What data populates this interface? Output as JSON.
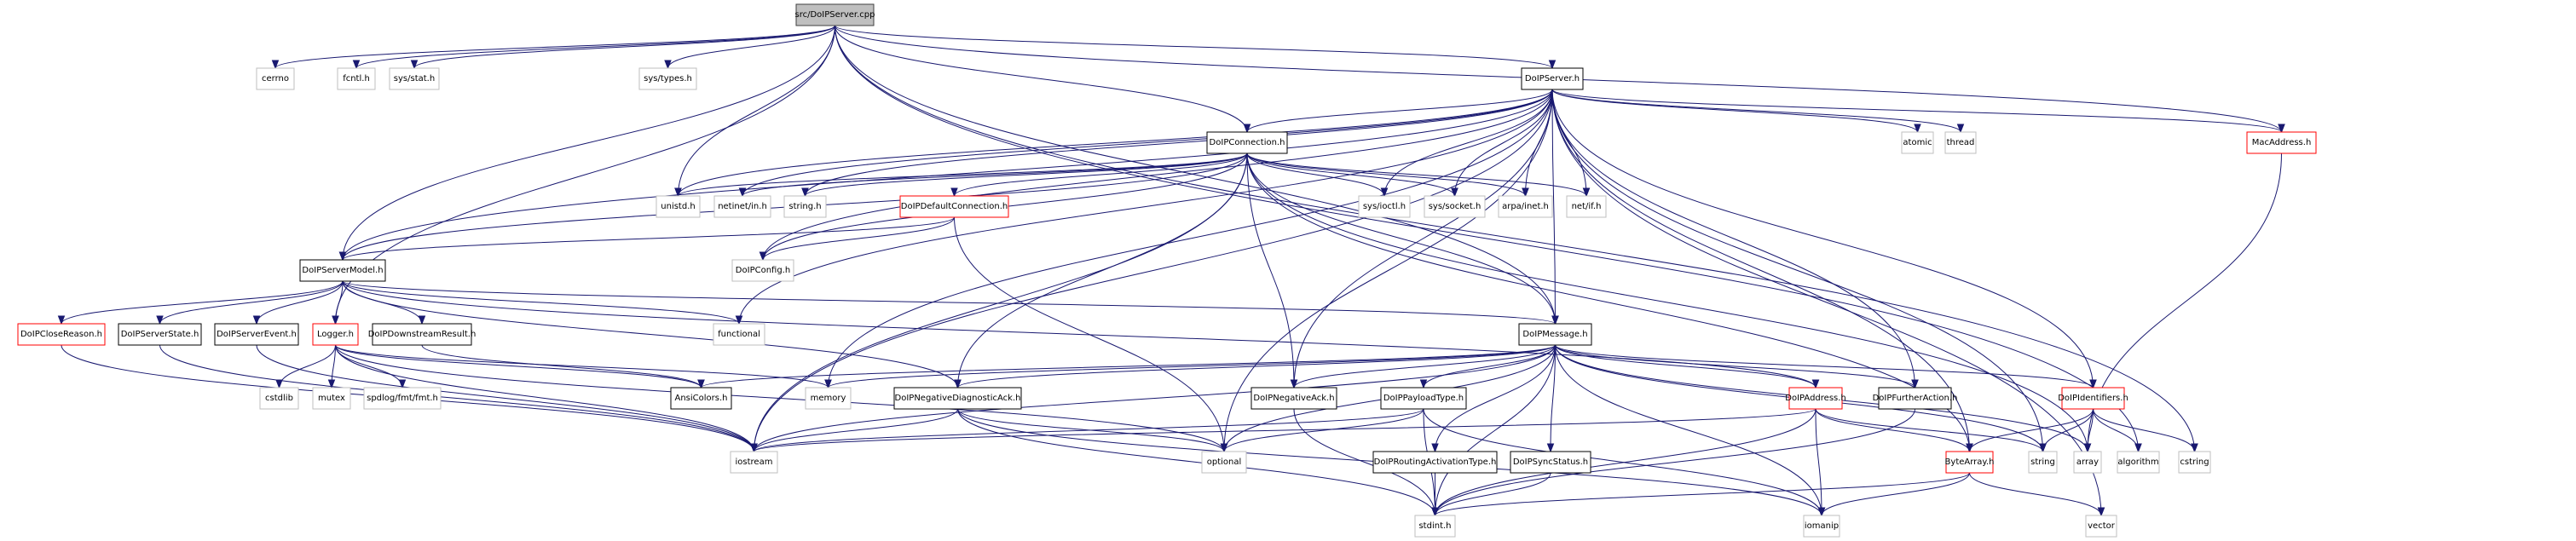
{
  "title": "Include dependency graph for src/DoIPServer.cpp",
  "colors": {
    "edge": "#191970",
    "root_fill": "#bfbfbf",
    "root_border": "#404040",
    "project_border": "#000000",
    "truncated_border": "#ff0000",
    "system_border": "#bfbfbf",
    "node_fill": "#ffffff"
  },
  "nodes": [
    {
      "id": "root",
      "label": "src/DoIPServer.cpp",
      "kind": "root"
    },
    {
      "id": "cerrno",
      "label": "cerrno",
      "kind": "system"
    },
    {
      "id": "fcntl",
      "label": "fcntl.h",
      "kind": "system"
    },
    {
      "id": "sysstat",
      "label": "sys/stat.h",
      "kind": "system"
    },
    {
      "id": "systypes",
      "label": "sys/types.h",
      "kind": "system"
    },
    {
      "id": "server_h",
      "label": "DoIPServer.h",
      "kind": "project"
    },
    {
      "id": "connection",
      "label": "DoIPConnection.h",
      "kind": "project"
    },
    {
      "id": "atomic",
      "label": "atomic",
      "kind": "system"
    },
    {
      "id": "thread",
      "label": "thread",
      "kind": "system"
    },
    {
      "id": "macaddr",
      "label": "MacAddress.h",
      "kind": "truncated"
    },
    {
      "id": "unistd",
      "label": "unistd.h",
      "kind": "system"
    },
    {
      "id": "netinet",
      "label": "netinet/in.h",
      "kind": "system"
    },
    {
      "id": "stringh",
      "label": "string.h",
      "kind": "system"
    },
    {
      "id": "defconn",
      "label": "DoIPDefaultConnection.h",
      "kind": "truncated"
    },
    {
      "id": "ioctl",
      "label": "sys/ioctl.h",
      "kind": "system"
    },
    {
      "id": "socket",
      "label": "sys/socket.h",
      "kind": "system"
    },
    {
      "id": "arpainet",
      "label": "arpa/inet.h",
      "kind": "system"
    },
    {
      "id": "netif",
      "label": "net/if.h",
      "kind": "system"
    },
    {
      "id": "servermodel",
      "label": "DoIPServerModel.h",
      "kind": "project"
    },
    {
      "id": "config",
      "label": "DoIPConfig.h",
      "kind": "system"
    },
    {
      "id": "closereason",
      "label": "DoIPCloseReason.h",
      "kind": "truncated"
    },
    {
      "id": "serverstate",
      "label": "DoIPServerState.h",
      "kind": "project"
    },
    {
      "id": "serverevent",
      "label": "DoIPServerEvent.h",
      "kind": "project"
    },
    {
      "id": "logger",
      "label": "Logger.h",
      "kind": "truncated"
    },
    {
      "id": "downstream",
      "label": "DoIPDownstreamResult.h",
      "kind": "project"
    },
    {
      "id": "functional",
      "label": "functional",
      "kind": "system"
    },
    {
      "id": "message",
      "label": "DoIPMessage.h",
      "kind": "project"
    },
    {
      "id": "cstdlib",
      "label": "cstdlib",
      "kind": "system"
    },
    {
      "id": "mutex",
      "label": "mutex",
      "kind": "system"
    },
    {
      "id": "spdlog",
      "label": "spdlog/fmt/fmt.h",
      "kind": "system"
    },
    {
      "id": "ansicolors",
      "label": "AnsiColors.h",
      "kind": "project"
    },
    {
      "id": "memory",
      "label": "memory",
      "kind": "system"
    },
    {
      "id": "negdiag",
      "label": "DoIPNegativeDiagnosticAck.h",
      "kind": "project"
    },
    {
      "id": "negack",
      "label": "DoIPNegativeAck.h",
      "kind": "project"
    },
    {
      "id": "payloadtype",
      "label": "DoIPPayloadType.h",
      "kind": "project"
    },
    {
      "id": "address",
      "label": "DoIPAddress.h",
      "kind": "truncated"
    },
    {
      "id": "furtheraction",
      "label": "DoIPFurtherAction.h",
      "kind": "project"
    },
    {
      "id": "identifiers",
      "label": "DoIPIdentifiers.h",
      "kind": "truncated"
    },
    {
      "id": "iostream",
      "label": "iostream",
      "kind": "system"
    },
    {
      "id": "optional",
      "label": "optional",
      "kind": "system"
    },
    {
      "id": "routingact",
      "label": "DoIPRoutingActivationType.h",
      "kind": "project"
    },
    {
      "id": "syncstatus",
      "label": "DoIPSyncStatus.h",
      "kind": "project"
    },
    {
      "id": "bytearray",
      "label": "ByteArray.h",
      "kind": "truncated"
    },
    {
      "id": "string",
      "label": "string",
      "kind": "system"
    },
    {
      "id": "array",
      "label": "array",
      "kind": "system"
    },
    {
      "id": "algorithm",
      "label": "algorithm",
      "kind": "system"
    },
    {
      "id": "cstring",
      "label": "cstring",
      "kind": "system"
    },
    {
      "id": "stdint",
      "label": "stdint.h",
      "kind": "system"
    },
    {
      "id": "iomanip",
      "label": "iomanip",
      "kind": "system"
    },
    {
      "id": "vector",
      "label": "vector",
      "kind": "system"
    }
  ],
  "edges": [
    [
      "root",
      "cerrno"
    ],
    [
      "root",
      "fcntl"
    ],
    [
      "root",
      "sysstat"
    ],
    [
      "root",
      "systypes"
    ],
    [
      "root",
      "unistd"
    ],
    [
      "root",
      "server_h"
    ],
    [
      "root",
      "connection"
    ],
    [
      "root",
      "servermodel"
    ],
    [
      "root",
      "logger"
    ],
    [
      "root",
      "macaddr"
    ],
    [
      "root",
      "message"
    ],
    [
      "root",
      "algorithm"
    ],
    [
      "root",
      "cstring"
    ],
    [
      "server_h",
      "connection"
    ],
    [
      "server_h",
      "servermodel"
    ],
    [
      "server_h",
      "atomic"
    ],
    [
      "server_h",
      "thread"
    ],
    [
      "server_h",
      "macaddr"
    ],
    [
      "server_h",
      "unistd"
    ],
    [
      "server_h",
      "netinet"
    ],
    [
      "server_h",
      "stringh"
    ],
    [
      "server_h",
      "ioctl"
    ],
    [
      "server_h",
      "socket"
    ],
    [
      "server_h",
      "arpainet"
    ],
    [
      "server_h",
      "netif"
    ],
    [
      "server_h",
      "config"
    ],
    [
      "server_h",
      "functional"
    ],
    [
      "server_h",
      "message"
    ],
    [
      "server_h",
      "iostream"
    ],
    [
      "server_h",
      "optional"
    ],
    [
      "server_h",
      "negack"
    ],
    [
      "server_h",
      "furtheraction"
    ],
    [
      "server_h",
      "identifiers"
    ],
    [
      "server_h",
      "bytearray"
    ],
    [
      "server_h",
      "string"
    ],
    [
      "server_h",
      "vector"
    ],
    [
      "server_h",
      "memory"
    ],
    [
      "connection",
      "unistd"
    ],
    [
      "connection",
      "netinet"
    ],
    [
      "connection",
      "stringh"
    ],
    [
      "connection",
      "defconn"
    ],
    [
      "connection",
      "ioctl"
    ],
    [
      "connection",
      "socket"
    ],
    [
      "connection",
      "arpainet"
    ],
    [
      "connection",
      "netif"
    ],
    [
      "connection",
      "servermodel"
    ],
    [
      "connection",
      "config"
    ],
    [
      "connection",
      "negdiag"
    ],
    [
      "connection",
      "negack"
    ],
    [
      "connection",
      "message"
    ],
    [
      "connection",
      "iostream"
    ],
    [
      "connection",
      "array"
    ],
    [
      "connection",
      "bytearray"
    ],
    [
      "defconn",
      "servermodel"
    ],
    [
      "defconn",
      "config"
    ],
    [
      "defconn",
      "optional"
    ],
    [
      "servermodel",
      "closereason"
    ],
    [
      "servermodel",
      "serverstate"
    ],
    [
      "servermodel",
      "serverevent"
    ],
    [
      "servermodel",
      "logger"
    ],
    [
      "servermodel",
      "downstream"
    ],
    [
      "servermodel",
      "functional"
    ],
    [
      "servermodel",
      "message"
    ],
    [
      "servermodel",
      "negdiag"
    ],
    [
      "servermodel",
      "address"
    ],
    [
      "logger",
      "cstdlib"
    ],
    [
      "logger",
      "mutex"
    ],
    [
      "logger",
      "spdlog"
    ],
    [
      "logger",
      "ansicolors"
    ],
    [
      "logger",
      "memory"
    ],
    [
      "logger",
      "iostream"
    ],
    [
      "logger",
      "optional"
    ],
    [
      "closereason",
      "iostream"
    ],
    [
      "serverstate",
      "iostream"
    ],
    [
      "serverevent",
      "iostream"
    ],
    [
      "downstream",
      "ansicolors"
    ],
    [
      "message",
      "ansicolors"
    ],
    [
      "message",
      "memory"
    ],
    [
      "message",
      "negdiag"
    ],
    [
      "message",
      "negack"
    ],
    [
      "message",
      "payloadtype"
    ],
    [
      "message",
      "address"
    ],
    [
      "message",
      "furtheraction"
    ],
    [
      "message",
      "identifiers"
    ],
    [
      "message",
      "routingact"
    ],
    [
      "message",
      "syncstatus"
    ],
    [
      "message",
      "stdint"
    ],
    [
      "message",
      "iomanip"
    ],
    [
      "message",
      "iostream"
    ],
    [
      "message",
      "optional"
    ],
    [
      "message",
      "string"
    ],
    [
      "message",
      "array"
    ],
    [
      "negdiag",
      "iostream"
    ],
    [
      "negdiag",
      "optional"
    ],
    [
      "negdiag",
      "stdint"
    ],
    [
      "negdiag",
      "iomanip"
    ],
    [
      "negack",
      "stdint"
    ],
    [
      "payloadtype",
      "iostream"
    ],
    [
      "payloadtype",
      "optional"
    ],
    [
      "payloadtype",
      "stdint"
    ],
    [
      "payloadtype",
      "iomanip"
    ],
    [
      "address",
      "iostream"
    ],
    [
      "address",
      "bytearray"
    ],
    [
      "address",
      "stdint"
    ],
    [
      "address",
      "iomanip"
    ],
    [
      "address",
      "string"
    ],
    [
      "furtheraction",
      "stdint"
    ],
    [
      "identifiers",
      "bytearray"
    ],
    [
      "identifiers",
      "string"
    ],
    [
      "identifiers",
      "array"
    ],
    [
      "identifiers",
      "algorithm"
    ],
    [
      "identifiers",
      "cstring"
    ],
    [
      "routingact",
      "stdint"
    ],
    [
      "syncstatus",
      "stdint"
    ],
    [
      "bytearray",
      "stdint"
    ],
    [
      "bytearray",
      "iomanip"
    ],
    [
      "bytearray",
      "vector"
    ],
    [
      "macaddr",
      "array"
    ]
  ]
}
